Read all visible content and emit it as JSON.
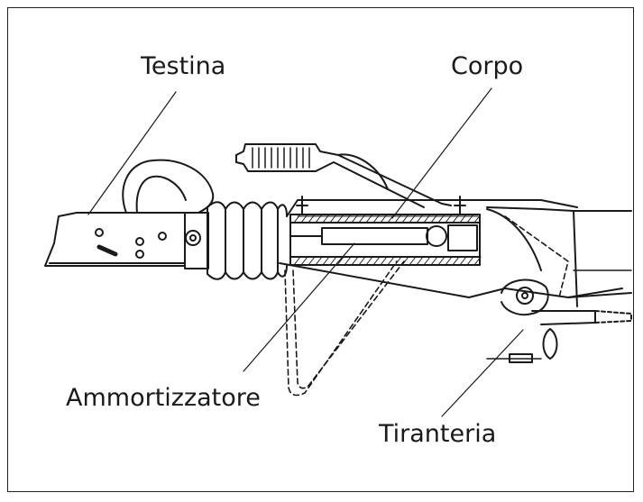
{
  "labels": {
    "testina": "Testina",
    "corpo": "Corpo",
    "ammortizzatore": "Ammortizzatore",
    "tiranteria": "Tiranteria"
  },
  "colors": {
    "ink": "#1a1a1a",
    "background": "#ffffff"
  }
}
